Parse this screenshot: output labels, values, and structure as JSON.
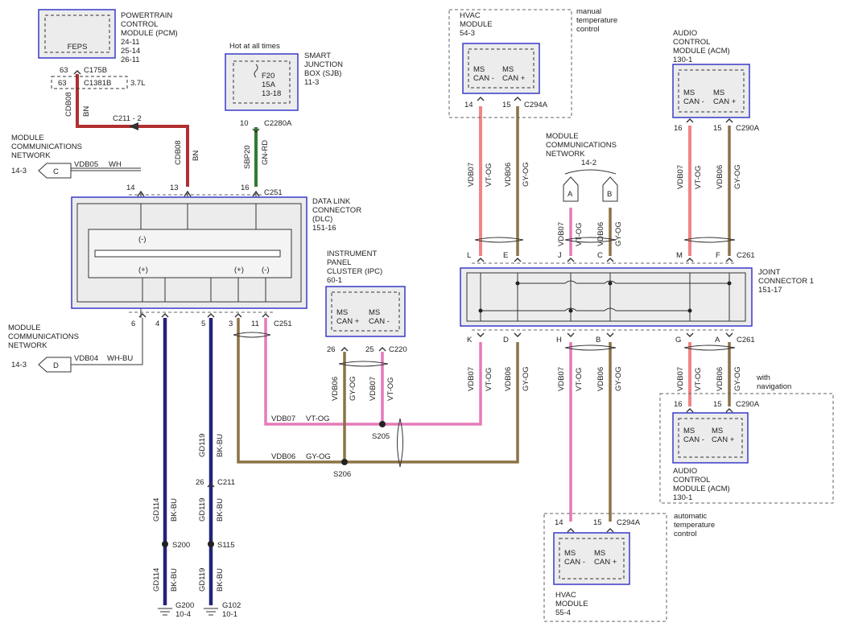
{
  "colors": {
    "red": "#b03030",
    "green": "#2e7d2e",
    "blue": "#23237a",
    "pink": "#e57ab8",
    "tan": "#8b7346",
    "salmon": "#f08585",
    "box_border": "#3a3ac8",
    "box_fill": "#ececec"
  },
  "pcm": {
    "title_lines": [
      "POWERTRAIN",
      "CONTROL",
      "MODULE (PCM)",
      "24-11",
      "25-14",
      "26-11"
    ],
    "inner": "FEPS",
    "pin1": "63",
    "conn1": "C175B",
    "pin2": "63",
    "conn2": "C1381B",
    "note": "3.7L"
  },
  "sjb": {
    "hot": "Hot at all times",
    "title_lines": [
      "SMART",
      "JUNCTION",
      "BOX (SJB)",
      "11-3"
    ],
    "fuse_lines": [
      "F20",
      "15A",
      "13-18"
    ],
    "pin": "10",
    "conn": "C2280A"
  },
  "wires": {
    "cdb08": "CDB08",
    "bn": "BN",
    "sbp20": "SBP20",
    "gn_rd": "GN-RD",
    "c211_2": "C211  -  2",
    "vdb05": "VDB05",
    "wh": "WH",
    "vdb04": "VDB04",
    "wh_bu": "WH-BU",
    "vdb07": "VDB07",
    "vt_og": "VT-OG",
    "vdb06": "VDB06",
    "gy_og": "GY-OG",
    "gd114": "GD114",
    "gd119": "GD119",
    "bk_bu": "BK-BU",
    "s200": "S200",
    "s115": "S115",
    "s205": "S205",
    "s206": "S206",
    "c211_pin": "26",
    "c211": "C211",
    "g200": "G200",
    "g200_ref": "10-4",
    "g102": "G102",
    "g102_ref": "10-1"
  },
  "mcn_left_top": {
    "lines": [
      "MODULE",
      "COMMUNICATIONS",
      "NETWORK"
    ],
    "ref": "14-3",
    "letter": "C"
  },
  "mcn_left_bot": {
    "lines": [
      "MODULE",
      "COMMUNICATIONS",
      "NETWORK"
    ],
    "ref": "14-3",
    "letter": "D"
  },
  "mcn_mid": {
    "lines": [
      "MODULE",
      "COMMUNICATIONS",
      "NETWORK"
    ],
    "ref": "14-2",
    "letter_a": "A",
    "letter_b": "B"
  },
  "dlc": {
    "title_lines": [
      "DATA LINK",
      "CONNECTOR",
      "(DLC)",
      "151-16"
    ],
    "pin14": "14",
    "pin13": "13",
    "pin16": "16",
    "conn_top": "C251",
    "minus": "(-)",
    "plus": "(+)",
    "pin6": "6",
    "pin4": "4",
    "pin5": "5",
    "pin3": "3",
    "pin11": "11",
    "conn_bot": "C251"
  },
  "ipc": {
    "title_lines": [
      "INSTRUMENT",
      "PANEL",
      "CLUSTER (IPC)",
      "60-1"
    ],
    "ms1": "MS",
    "can_plus": "CAN +",
    "ms2": "MS",
    "can_minus": "CAN -",
    "pin26": "26",
    "pin25": "25",
    "conn": "C220"
  },
  "hvac_top": {
    "title_lines": [
      "HVAC",
      "MODULE",
      "54-3"
    ],
    "note_lines": [
      "manual",
      "temperature",
      "control"
    ],
    "ms1": "MS",
    "can1": "CAN -",
    "ms2": "MS",
    "can2": "CAN +",
    "pin14": "14",
    "pin15": "15",
    "conn": "C294A"
  },
  "acm_top": {
    "title_lines": [
      "AUDIO",
      "CONTROL",
      "MODULE (ACM)",
      "130-1"
    ],
    "ms1": "MS",
    "can1": "CAN -",
    "ms2": "MS",
    "can2": "CAN +",
    "pin16": "16",
    "pin15": "15",
    "conn": "C290A"
  },
  "jc": {
    "title_lines": [
      "JOINT",
      "CONNECTOR 1",
      "151-17"
    ],
    "top_pins": [
      "L",
      "E",
      "J",
      "C",
      "M",
      "F"
    ],
    "conn_top": "C261",
    "bot_pins": [
      "K",
      "D",
      "H",
      "B",
      "G",
      "A"
    ],
    "conn_bot": "C261"
  },
  "acm_bot": {
    "with_lines": [
      "with",
      "navigation"
    ],
    "title_lines": [
      "AUDIO",
      "CONTROL",
      "MODULE (ACM)",
      "130-1"
    ],
    "ms1": "MS",
    "can1": "CAN -",
    "ms2": "MS",
    "can2": "CAN +",
    "pin16": "16",
    "pin15": "15",
    "conn": "C290A"
  },
  "hvac_bot": {
    "note_lines": [
      "automatic",
      "temperature",
      "control"
    ],
    "title_lines": [
      "HVAC",
      "MODULE",
      "55-4"
    ],
    "ms1": "MS",
    "can1": "CAN -",
    "ms2": "MS",
    "can2": "CAN +",
    "pin14": "14",
    "pin15": "15",
    "conn": "C294A"
  }
}
